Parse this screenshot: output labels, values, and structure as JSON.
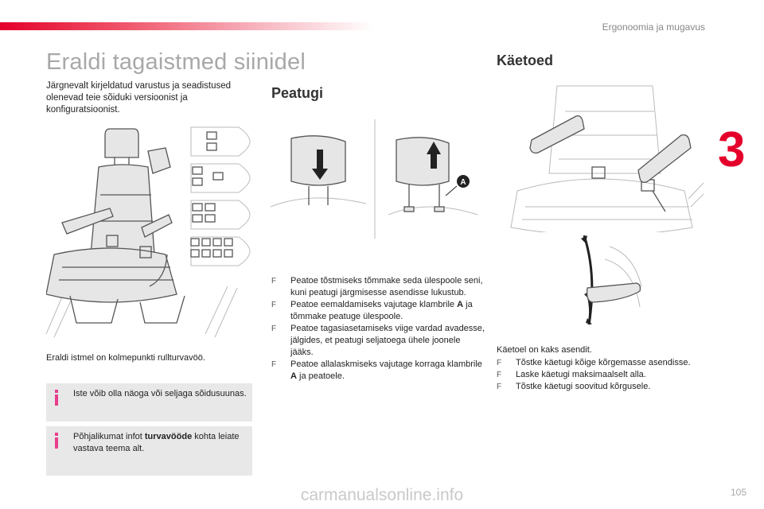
{
  "header": {
    "section": "Ergonoomia ja mugavus",
    "chapter_number": "3"
  },
  "page": {
    "title": "Eraldi tagaistmed siinidel",
    "intro": "Järgnevalt kirjeldatud varustus ja seadistused olenevad teie sõiduki versioonist ja konfiguratsioonist.",
    "seat_caption": "Eraldi istmel on kolmepunkti rullturvavöö.",
    "info_1": "Iste võib olla näoga või seljaga sõidusuunas.",
    "info_2_before": "Põhjalikumat infot ",
    "info_2_bold": "turvavööde",
    "info_2_after": " kohta leiate vastava teema alt.",
    "page_number": "105"
  },
  "peatugi": {
    "title": "Peatugi",
    "marker": "A",
    "steps": [
      {
        "text": "Peatoe tõstmiseks tõmmake seda ülespoole seni, kuni peatugi järgmisesse asendisse lukustub."
      },
      {
        "before": "Peatoe eemaldamiseks vajutage klambrile ",
        "bold": "A",
        "after": " ja tõmmake peatuge ülespoole."
      },
      {
        "text": "Peatoe tagasiasetamiseks viige vardad avadesse, jälgides, et peatugi seljatoega ühele joonele jääks."
      },
      {
        "before": "Peatoe allalaskmiseks vajutage korraga klambrile ",
        "bold": "A",
        "after": " ja peatoele."
      }
    ]
  },
  "kaetoed": {
    "title": "Käetoed",
    "intro": "Käetoel on kaks asendit.",
    "steps": [
      "Tõstke käetugi kõige kõrgemasse asendisse.",
      "Laske käetugi maksimaalselt alla.",
      "Tõstke käetugi soovitud kõrgusele."
    ]
  },
  "bullet_glyph": "F",
  "watermark": "carmanualsonline.info",
  "colors": {
    "accent": "#e4002b",
    "info_icon": "#e83e8c",
    "box_bg": "#e8e8e8"
  }
}
